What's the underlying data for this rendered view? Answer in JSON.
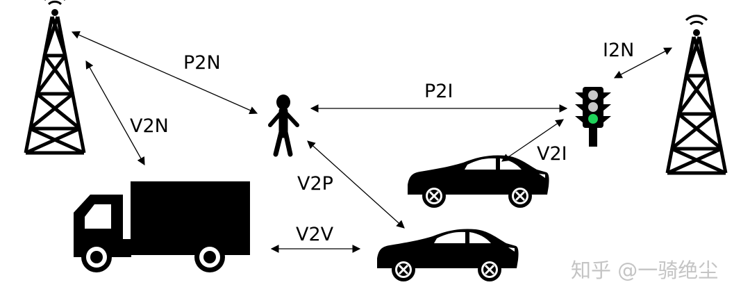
{
  "labels": {
    "p2n": "P2N",
    "v2n": "V2N",
    "p2i": "P2I",
    "i2n": "I2N",
    "v2i": "V2I",
    "v2p": "V2P",
    "v2v": "V2V"
  },
  "watermark": "知乎 @一骑绝尘",
  "colors": {
    "ink": "#000000",
    "signal_green": "#1fd35a",
    "signal_gray": "#c8c8c8",
    "watermark": "#c4c4c4"
  }
}
